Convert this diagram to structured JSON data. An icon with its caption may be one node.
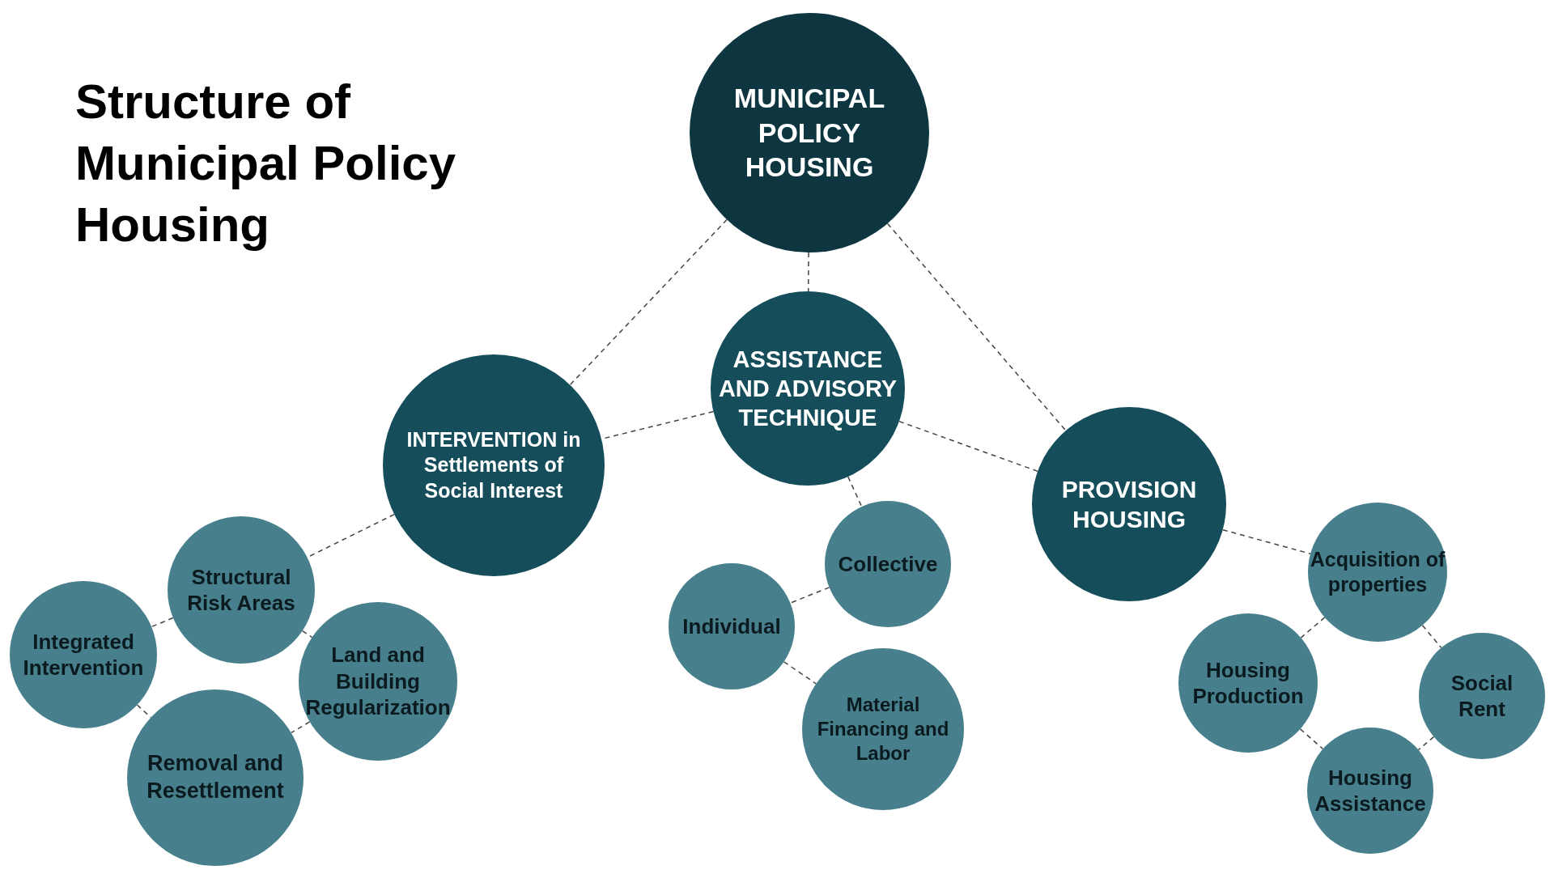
{
  "diagram": {
    "title": "Structure of Municipal Policy Housing",
    "nodes": [
      {
        "text": [
          "MUNICIPAL POLICY HOUSING"
        ]
      },
      {
        "text": [
          "ASSISTANCE AND ADVISORY TECHNIQUE"
        ]
      },
      {
        "text": [
          "INTERVENTION in Settlements of Social Interest"
        ]
      },
      {
        "text": [
          "PROVISION HOUSING"
        ]
      },
      {
        "text": [
          "Structural Risk Areas"
        ]
      },
      {
        "text": [
          "Integrated Intervention"
        ]
      },
      {
        "text": [
          "Land and Building Regularization"
        ]
      },
      {
        "text": [
          "Removal and Resettlement"
        ]
      },
      {
        "text": [
          "Collective"
        ]
      },
      {
        "text": [
          "Individual"
        ]
      },
      {
        "text": [
          "Material Financing and Labor"
        ]
      },
      {
        "text": [
          "Acquisition of properties"
        ]
      },
      {
        "text": [
          "Housing Production"
        ]
      },
      {
        "text": [
          "Social Rent"
        ]
      },
      {
        "text": [
          "Housing Assistance"
        ]
      }
    ],
    "edges": [
      {
        "from": 0,
        "to": 2,
        "arrow": "none",
        "style": "dashed"
      },
      {
        "from": 0,
        "to": 1,
        "arrow": "none",
        "style": "dashed"
      },
      {
        "from": 0,
        "to": 3,
        "arrow": "none",
        "style": "dashed"
      },
      {
        "from": 1,
        "to": 2,
        "arrow": "none",
        "style": "dashed"
      },
      {
        "from": 1,
        "to": 3,
        "arrow": "none",
        "style": "dashed"
      },
      {
        "from": 1,
        "to": 8,
        "arrow": "none",
        "style": "dashed"
      },
      {
        "from": 2,
        "to": 4,
        "arrow": "none",
        "style": "dashed"
      },
      {
        "from": 4,
        "to": 5,
        "arrow": "none",
        "style": "dashed"
      },
      {
        "from": 4,
        "to": 6,
        "arrow": "none",
        "style": "dashed"
      },
      {
        "from": 5,
        "to": 7,
        "arrow": "none",
        "style": "dashed"
      },
      {
        "from": 6,
        "to": 7,
        "arrow": "none",
        "style": "dashed"
      },
      {
        "from": 8,
        "to": 9,
        "arrow": "none",
        "style": "dashed"
      },
      {
        "from": 9,
        "to": 10,
        "arrow": "none",
        "style": "dashed"
      },
      {
        "from": 3,
        "to": 11,
        "arrow": "none",
        "style": "dashed"
      },
      {
        "from": 11,
        "to": 12,
        "arrow": "none",
        "style": "dashed"
      },
      {
        "from": 11,
        "to": 13,
        "arrow": "none",
        "style": "dashed"
      },
      {
        "from": 12,
        "to": 14,
        "arrow": "none",
        "style": "dashed"
      },
      {
        "from": 13,
        "to": 14,
        "arrow": "none",
        "style": "dashed"
      }
    ]
  }
}
